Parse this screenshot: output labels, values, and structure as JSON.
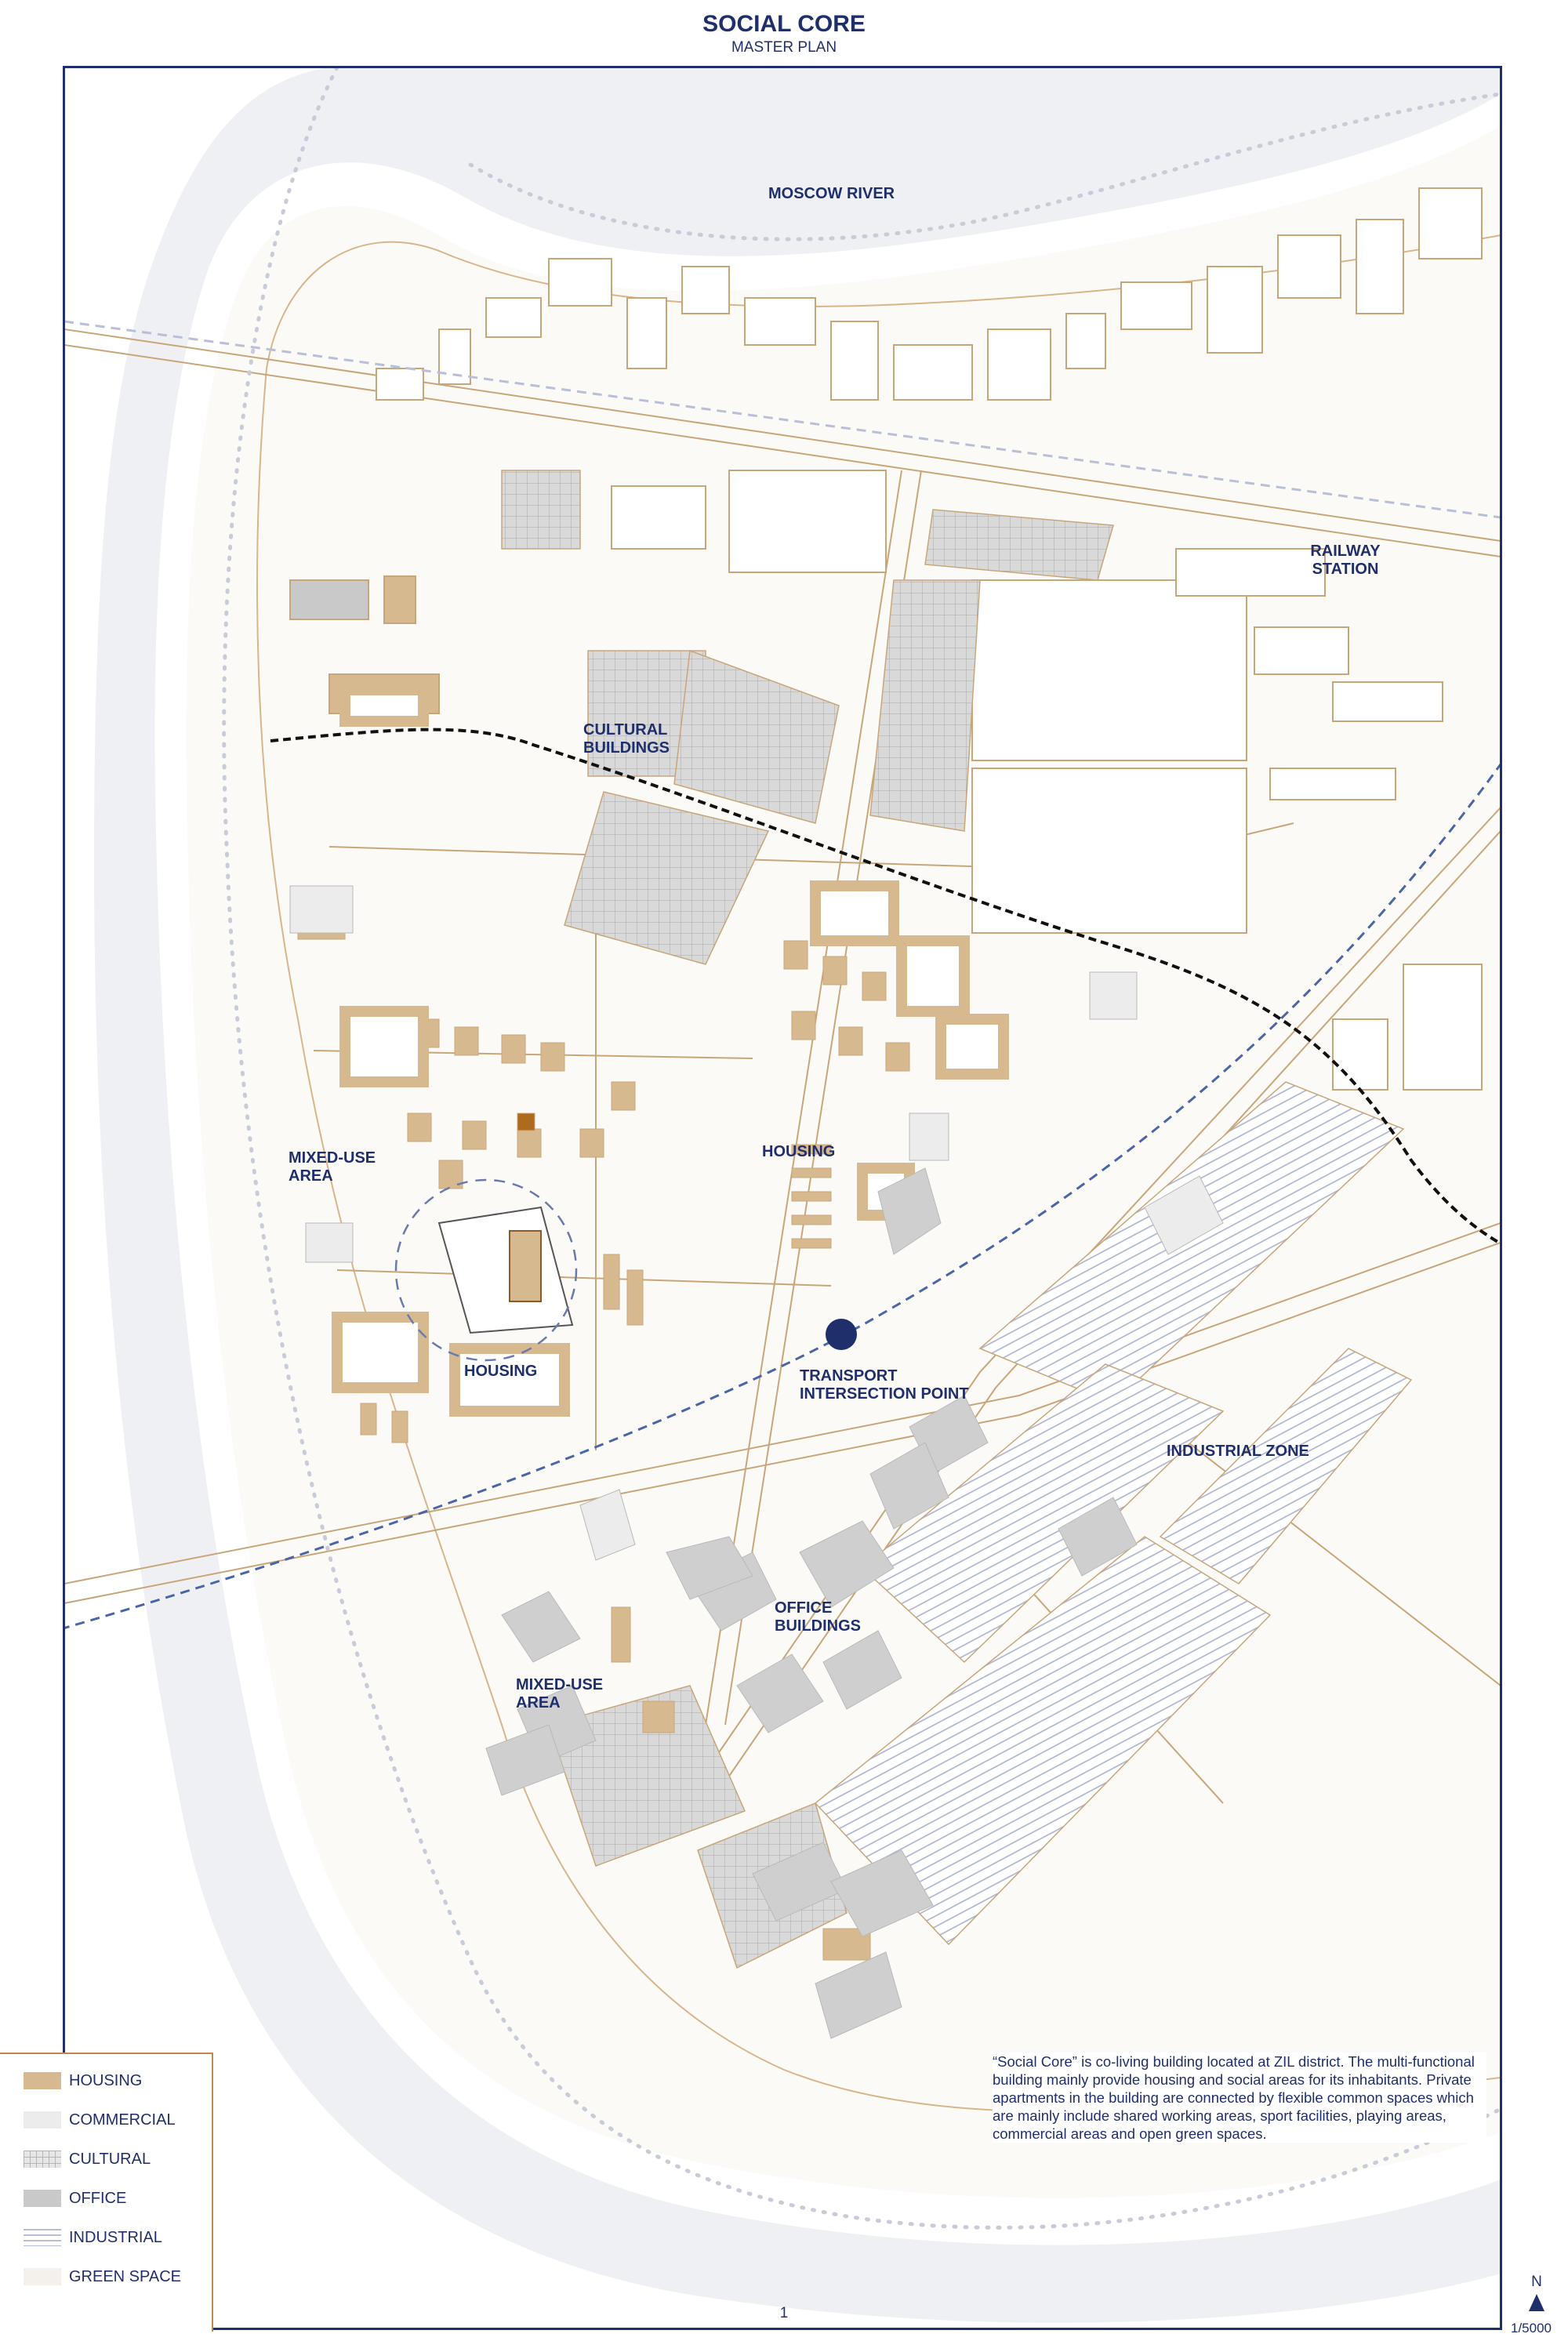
{
  "header": {
    "title": "SOCIAL CORE",
    "subtitle": "MASTER PLAN"
  },
  "labels": {
    "moscow_river": "MOSCOW RIVER",
    "railway_station": "RAILWAY STATION",
    "cultural_buildings": "CULTURAL BUILDINGS",
    "mixed_use_area_1": "MIXED-USE AREA",
    "housing_1": "HOUSING",
    "housing_2": "HOUSING",
    "transport_point": "TRANSPORT INTERSECTION POINT",
    "industrial_zone": "INDUSTRIAL ZONE",
    "office_buildings": "OFFICE BUILDINGS",
    "mixed_use_area_2": "MIXED-USE AREA"
  },
  "legend": {
    "items": [
      {
        "label": "HOUSING",
        "color": "#d7b98f"
      },
      {
        "label": "COMMERCIAL",
        "color": "#ececec"
      },
      {
        "label": "CULTURAL",
        "color": "#d8d8d8"
      },
      {
        "label": "OFFICE",
        "color": "#c9c9c9"
      },
      {
        "label": "INDUSTRIAL",
        "color": "#b9bfd8"
      },
      {
        "label": "GREEN SPACE",
        "color": "#f8f6f2"
      }
    ]
  },
  "description": "“Social Core” is co-living building located at ZIL district. The multi-functional building mainly provide housing and social areas for its inhabitants. Private apartments in the building are connected by flexible common spaces which are mainly include shared working areas, sport facilities, playing areas, commercial areas and open green spaces.",
  "footer": {
    "page_number": "1",
    "north": "N",
    "scale": "1/5000"
  },
  "colors": {
    "navy": "#1f2f6b",
    "outline": "#c08a4e",
    "housing": "#d7b98f",
    "river": "#eef0f4"
  }
}
